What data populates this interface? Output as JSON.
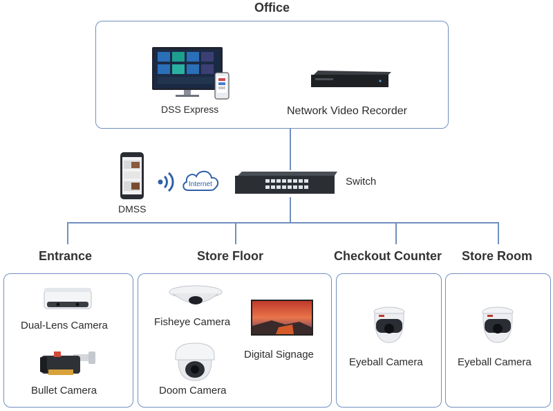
{
  "office": {
    "title": "Office",
    "dss_label": "DSS Express",
    "nvr_label": "Network Video Recorder"
  },
  "network": {
    "switch_label": "Switch",
    "dmss_label": "DMSS",
    "internet_label": "Internet"
  },
  "zones": {
    "entrance": {
      "title": "Entrance",
      "dual_lens": "Dual-Lens Camera",
      "bullet": "Bullet Camera"
    },
    "store_floor": {
      "title": "Store Floor",
      "fisheye": "Fisheye Camera",
      "doom": "Doom Camera",
      "signage": "Digital Signage"
    },
    "checkout": {
      "title": "Checkout Counter",
      "eyeball": "Eyeball Camera"
    },
    "store_room": {
      "title": "Store Room",
      "eyeball": "Eyeball Camera"
    }
  },
  "colors": {
    "line": "#6f8fbf",
    "accent": "#2f5fa8"
  }
}
